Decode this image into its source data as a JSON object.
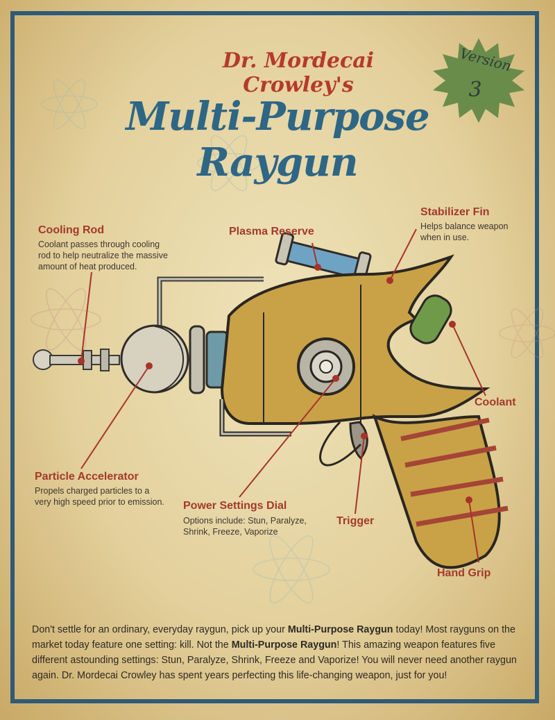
{
  "poster": {
    "title_top": "Dr. Mordecai Crowley's",
    "title_main": "Multi-Purpose Raygun",
    "badge": {
      "word": "Version",
      "number": "3",
      "color": "#6a8c4a"
    }
  },
  "labels": {
    "cooling_rod": {
      "title": "Cooling Rod",
      "desc_l1": "Coolant passes through cooling",
      "desc_l2": "rod to help neutralize the massive",
      "desc_l3": "amount of heat produced."
    },
    "plasma_reserve": {
      "title": "Plasma Reserve"
    },
    "stabilizer_fin": {
      "title": "Stabilizer Fin",
      "desc_l1": "Helps balance weapon",
      "desc_l2": "when in use."
    },
    "coolant": {
      "title": "Coolant"
    },
    "particle_accelerator": {
      "title": "Particle Accelerator",
      "desc_l1": "Propels charged particles to a",
      "desc_l2": "very high speed prior to emission."
    },
    "power_dial": {
      "title": "Power Settings Dial",
      "desc_l1": "Options include: Stun, Paralyze,",
      "desc_l2": "Shrink, Freeze, Vaporize"
    },
    "trigger": {
      "title": "Trigger"
    },
    "hand_grip": {
      "title": "Hand Grip"
    }
  },
  "body": {
    "p1": "Don't settle for an ordinary, everyday raygun, pick up your ",
    "b1": "Multi-Purpose Raygun",
    "p2": " today! Most rayguns on the market today feature one setting: kill. Not the ",
    "b2": "Multi-Purpose Raygun",
    "p3": "! This amazing weapon features five different astounding settings: Stun, Paralyze, Shrink, Freeze and Vaporize! You will never need another raygun again. Dr. Mordecai Crowley has spent years perfecting this life-changing weapon, just for you!"
  },
  "colors": {
    "frame": "#2f5a78",
    "title_red": "#b53a2c",
    "title_blue": "#2e6686",
    "label_red": "#a23a2c",
    "gun_gold": "#c9a247",
    "leader_line": "#a8332a"
  }
}
